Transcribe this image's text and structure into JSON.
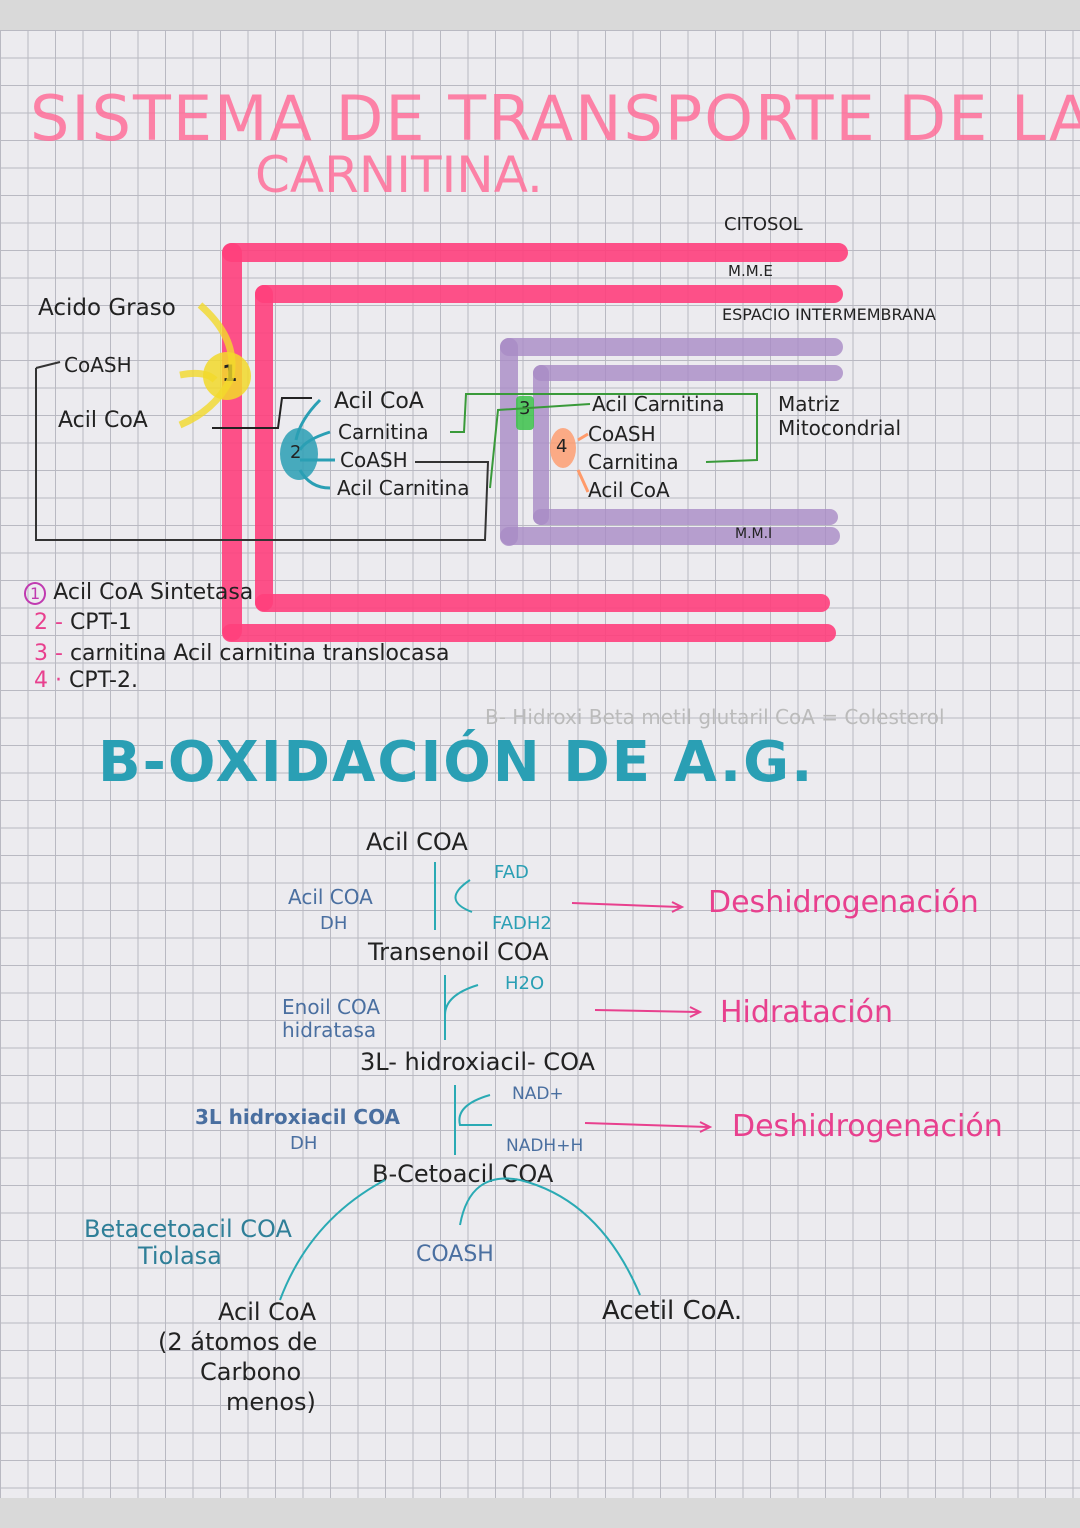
{
  "title": {
    "line1": "SISTEMA DE TRANSPORTE DE LA",
    "line2": "CARNITINA."
  },
  "colors": {
    "membrane_outer": "#ff3f7c",
    "membrane_inner": "#a98bc6",
    "enzyme1": "#f2d92a",
    "enzyme2": "#2a9fb4",
    "enzyme3": "#3cc24a",
    "enzyme4": "#ff9a6a",
    "heading2": "#2a9fb4",
    "process_labels": "#e8408e"
  },
  "transport": {
    "regions": {
      "citosol": "CITOSOL",
      "mme": "M.M.E",
      "intermembrana": "ESPACIO INTERMEMBRANA",
      "mmi": "M.M.I",
      "matriz": "Matriz",
      "matriz2": "Mitocondrial"
    },
    "cytosol": {
      "acido_graso": "Acido Graso",
      "coash": "CoASH",
      "acil_coa": "Acil CoA"
    },
    "intermembrane": [
      "Acil CoA",
      "Carnitina",
      "CoASH",
      "Acil Carnitina"
    ],
    "matrix": [
      "Acil Carnitina",
      "CoASH",
      "Carnitina",
      "Acil CoA"
    ],
    "enzyme_numbers": [
      "1",
      "2",
      "3",
      "4"
    ],
    "legend": [
      {
        "num": "1",
        "text": "Acil CoA Sintetasa"
      },
      {
        "num": "2 -",
        "text": "CPT-1"
      },
      {
        "num": "3 -",
        "text": "carnitina Acil carnitina translocasa"
      },
      {
        "num": "4 ·",
        "text": "CPT-2."
      }
    ]
  },
  "faint_text": "B- Hidroxi Beta metil glutaril CoA = Colesterol",
  "oxidation": {
    "heading": "B-OXIDACIÓN DE A.G.",
    "steps": [
      "Acil COA",
      "Transenoil COA",
      "3L- hidroxiacil- COA",
      "B-Cetoacil COA"
    ],
    "enzymes": [
      {
        "line1": "Acil COA",
        "line2": "DH"
      },
      {
        "line1": "Enoil COA",
        "line2": "hidratasa"
      },
      {
        "line1": "3L hidroxiacil COA",
        "line2": "DH"
      },
      {
        "line1": "Betacetoacil COA",
        "line2": "Tiolasa"
      }
    ],
    "cofactors": [
      {
        "in": "FAD",
        "out": "FADH2"
      },
      {
        "in": "H2O",
        "out": ""
      },
      {
        "in": "NAD+",
        "out": "NADH+H"
      }
    ],
    "processes": [
      "Deshidrogenación",
      "Hidratación",
      "Deshidrogenación"
    ],
    "coash": "COASH",
    "products": {
      "acil_coa": "Acil CoA",
      "acil_note": [
        "(2 átomos de",
        "Carbono",
        "menos)"
      ],
      "acetil": "Acetil CoA."
    }
  }
}
